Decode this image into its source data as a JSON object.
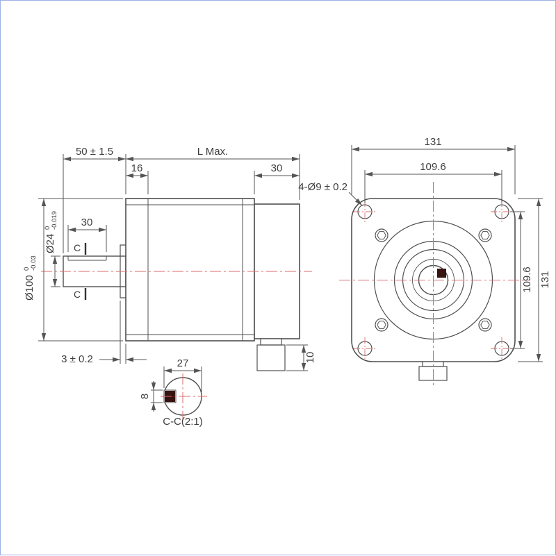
{
  "drawing": {
    "side": {
      "dim_shaft_len": "50 ± 1.5",
      "dim_body_len": "L Max.",
      "dim_front": "16",
      "dim_rear": "30",
      "dim_keyway": "30",
      "shaft_dia": "Ø24",
      "shaft_tol_up": "0",
      "shaft_tol_low": "-0.019",
      "body_dia": "Ø100",
      "body_tol_up": "0",
      "body_tol_low": "-0.03",
      "section_top": "C",
      "section_bottom": "C",
      "dim_pilot": "3 ± 0.2",
      "dim_conn": "10"
    },
    "section": {
      "dim_width": "27",
      "dim_key": "8",
      "title": "C-C(2:1)"
    },
    "front": {
      "dim_width": "131",
      "dim_holes_h": "109.6",
      "holes_note": "4-Ø9 ± 0.2",
      "dim_holes_v": "109.6",
      "dim_height": "131"
    },
    "colors": {
      "outline": "#4f4f4f",
      "dimension": "#555555",
      "centerline": "#dd6b6b",
      "key_fill": "#371410",
      "frame": "#9fb0e4"
    }
  }
}
